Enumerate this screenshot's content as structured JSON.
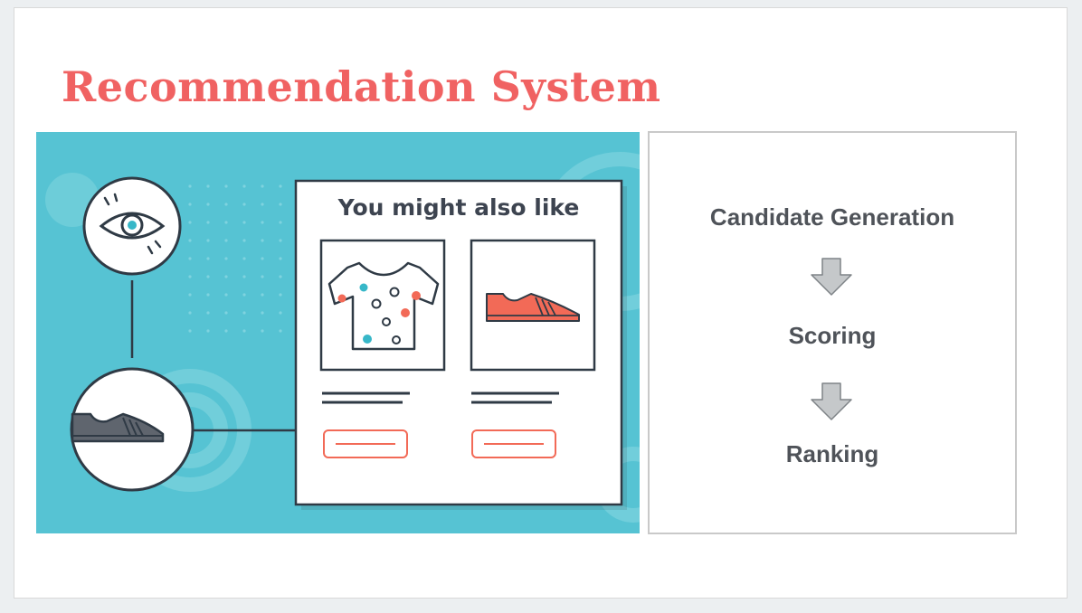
{
  "slide": {
    "title": "Recommendation System"
  },
  "illustration": {
    "panel_title": "You might also like",
    "background_color": "#56c3d3",
    "accent_color": "#f26a57",
    "icons": [
      "eye-icon",
      "shirt-icon",
      "shoe-icon"
    ]
  },
  "pipeline": {
    "steps": [
      {
        "label": "Candidate Generation"
      },
      {
        "label": "Scoring"
      },
      {
        "label": "Ranking"
      }
    ],
    "arrow_icon": "down-arrow-icon",
    "arrow_color": "#c5c8ca"
  },
  "colors": {
    "title": "#f06262",
    "step_text": "#4f5359"
  }
}
